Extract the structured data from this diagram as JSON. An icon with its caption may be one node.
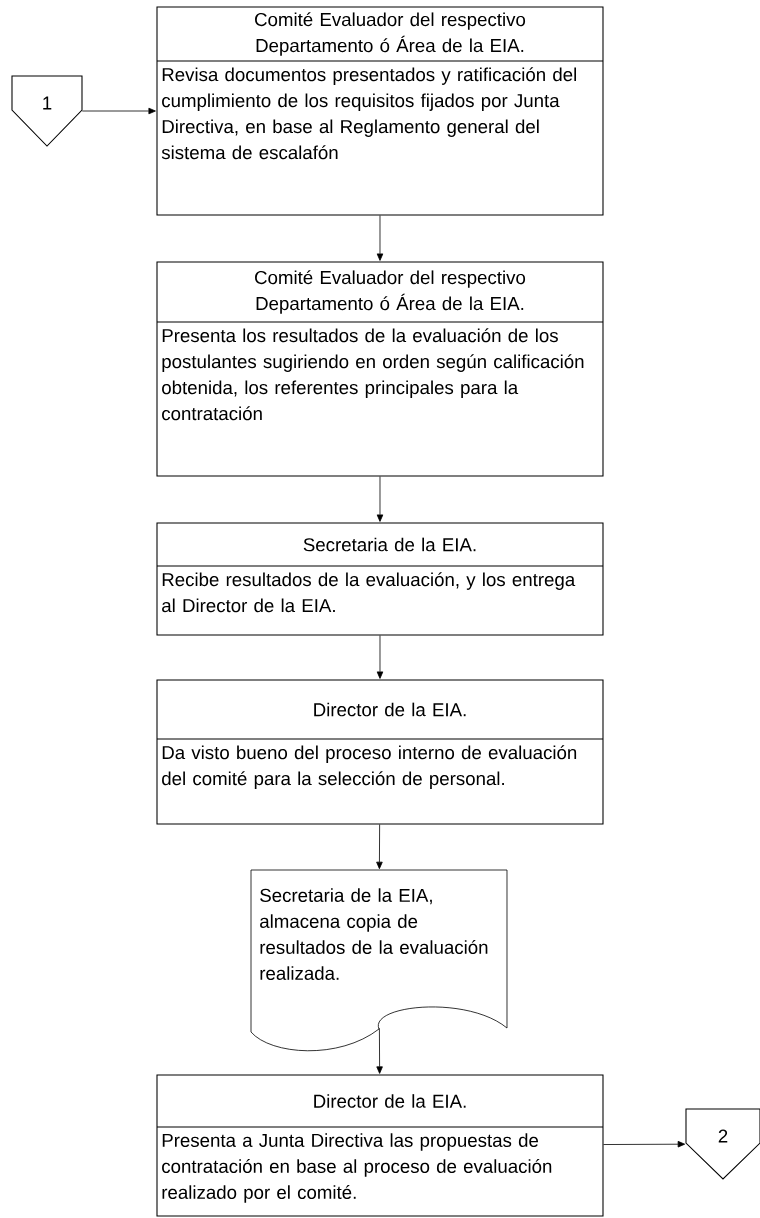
{
  "diagram": {
    "nodes": [
      {
        "text": [
          "1"
        ]
      },
      {
        "text": [
          "Comité Evaluador del respectivo Departamento ó Área de la EIA.",
          "Revisa documentos presentados y ratificación del cumplimiento de los requisitos fijados por Junta Directiva, en base al Reglamento general del sistema de escalafón"
        ]
      },
      {
        "text": [
          "Comité Evaluador del respectivo Departamento ó Área de la EIA.",
          "Presenta los resultados de la evaluación de los postulantes sugiriendo en orden según calificación obtenida, los referentes principales para la contratación"
        ]
      },
      {
        "text": [
          "Secretaria de la EIA.",
          "Recibe resultados de la evaluación, y los entrega al Director de la EIA."
        ]
      },
      {
        "text": [
          "Director de la EIA.",
          "Da visto bueno del proceso interno de evaluación del comité para la selección de personal."
        ]
      },
      {
        "text": [
          "Secretaria de la EIA, almacena copia de resultados de la evaluación realizada."
        ]
      },
      {
        "text": [
          "Director de la EIA.",
          "Presenta a Junta Directiva las propuestas de contratación en base al proceso de evaluación realizado por el comité."
        ]
      },
      {
        "text": [
          "2"
        ]
      }
    ],
    "edges": [
      {
        "from": 0,
        "to": 1,
        "arrow": "to"
      },
      {
        "from": 1,
        "to": 2,
        "arrow": "to"
      },
      {
        "from": 2,
        "to": 3,
        "arrow": "to"
      },
      {
        "from": 3,
        "to": 4,
        "arrow": "to"
      },
      {
        "from": 4,
        "to": 5,
        "arrow": "to"
      },
      {
        "from": 5,
        "to": 6,
        "arrow": "to"
      },
      {
        "from": 6,
        "to": 7,
        "arrow": "to"
      }
    ]
  }
}
